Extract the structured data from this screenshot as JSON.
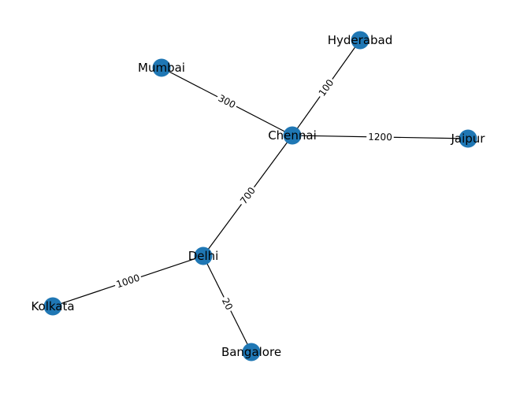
{
  "diagram": {
    "node_color": "#1f77b4",
    "edge_color": "#000000",
    "nodes": [
      {
        "id": "hyderabad",
        "label": "Hyderabad"
      },
      {
        "id": "mumbai",
        "label": "Mumbai"
      },
      {
        "id": "chennai",
        "label": "Chennai"
      },
      {
        "id": "jaipur",
        "label": "Jaipur"
      },
      {
        "id": "delhi",
        "label": "Delhi"
      },
      {
        "id": "kolkata",
        "label": "Kolkata"
      },
      {
        "id": "bangalore",
        "label": "Bangalore"
      }
    ],
    "edges": [
      {
        "source": "chennai",
        "target": "hyderabad",
        "label": "100"
      },
      {
        "source": "chennai",
        "target": "mumbai",
        "label": "300"
      },
      {
        "source": "chennai",
        "target": "jaipur",
        "label": "1200"
      },
      {
        "source": "chennai",
        "target": "delhi",
        "label": "700"
      },
      {
        "source": "delhi",
        "target": "kolkata",
        "label": "1000"
      },
      {
        "source": "delhi",
        "target": "bangalore",
        "label": "20"
      }
    ]
  }
}
